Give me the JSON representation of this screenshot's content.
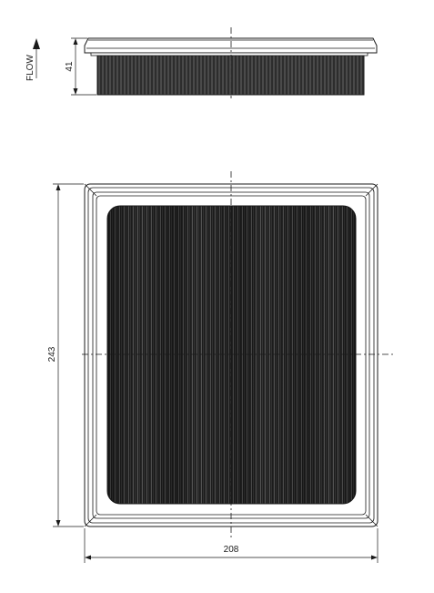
{
  "drawing": {
    "flow_label": "FLOW",
    "height_label": "41",
    "length_label": "243",
    "width_label": "208",
    "colors": {
      "line": "#1a1a1a",
      "media": "#1e1e1e",
      "background": "#ffffff"
    }
  }
}
